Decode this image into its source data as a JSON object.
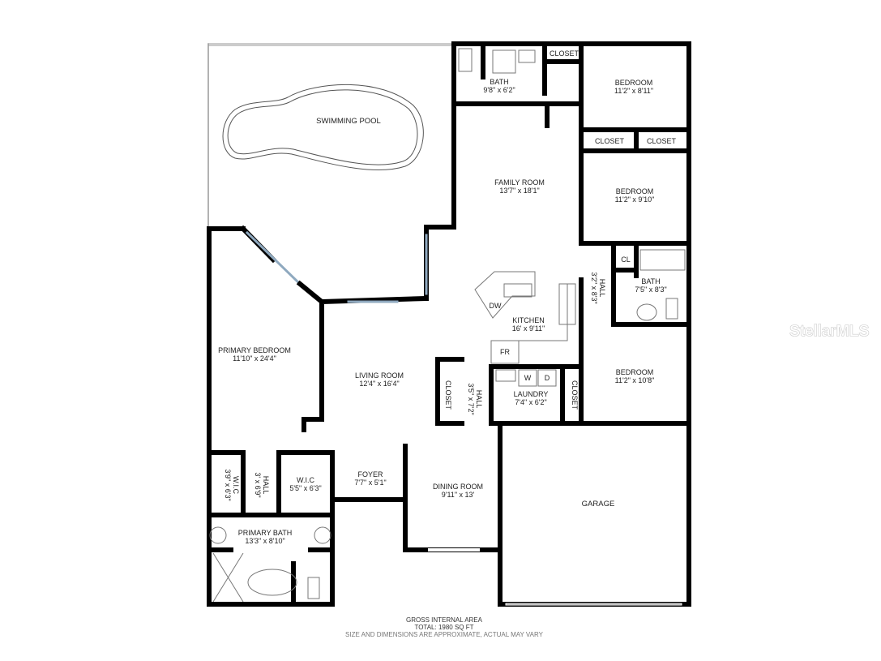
{
  "diagram": {
    "type": "floor_plan",
    "rooms": [
      {
        "id": "pool",
        "name": "SWIMMING POOL",
        "dims": ""
      },
      {
        "id": "bath1",
        "name": "BATH",
        "dims": "9'8\" x 6'2\""
      },
      {
        "id": "closet_top",
        "name": "CLOSET",
        "dims": ""
      },
      {
        "id": "bed1",
        "name": "BEDROOM",
        "dims": "11'2\" x 8'11\""
      },
      {
        "id": "closet_a",
        "name": "CLOSET",
        "dims": ""
      },
      {
        "id": "closet_b",
        "name": "CLOSET",
        "dims": ""
      },
      {
        "id": "family",
        "name": "FAMILY ROOM",
        "dims": "13'7\" x 18'1\""
      },
      {
        "id": "bed2",
        "name": "BEDROOM",
        "dims": "11'2\" x 9'10\""
      },
      {
        "id": "cl",
        "name": "CL",
        "dims": ""
      },
      {
        "id": "hall_r",
        "name": "HALL",
        "dims": "3'2\" x 8'3\""
      },
      {
        "id": "bath2",
        "name": "BATH",
        "dims": "7'5\" x 8'3\""
      },
      {
        "id": "kitchen",
        "name": "KITCHEN",
        "dims": "16' x 9'11\""
      },
      {
        "id": "dw",
        "name": "DW",
        "dims": ""
      },
      {
        "id": "fr",
        "name": "FR",
        "dims": ""
      },
      {
        "id": "primary_bed",
        "name": "PRIMARY BEDROOM",
        "dims": "11'10\" x 24'4\""
      },
      {
        "id": "living",
        "name": "LIVING ROOM",
        "dims": "12'4\" x 16'4\""
      },
      {
        "id": "closet_hall",
        "name": "CLOSET",
        "dims": ""
      },
      {
        "id": "hall_c",
        "name": "HALL",
        "dims": "3'5\" x 7'2\""
      },
      {
        "id": "laundry",
        "name": "LAUNDRY",
        "dims": "7'4\" x 6'2\""
      },
      {
        "id": "w",
        "name": "W",
        "dims": ""
      },
      {
        "id": "d",
        "name": "D",
        "dims": ""
      },
      {
        "id": "closet_r",
        "name": "CLOSET",
        "dims": ""
      },
      {
        "id": "bed3",
        "name": "BEDROOM",
        "dims": "11'2\" x 10'8\""
      },
      {
        "id": "wic1",
        "name": "W.I.C",
        "dims": "3'9\" x 6'3\""
      },
      {
        "id": "hall_l",
        "name": "HALL",
        "dims": "3' x 6'9\""
      },
      {
        "id": "wic2",
        "name": "W.I.C",
        "dims": "5'5\" x 6'3\""
      },
      {
        "id": "foyer",
        "name": "FOYER",
        "dims": "7'7\" x 5'1\""
      },
      {
        "id": "dining",
        "name": "DINING ROOM",
        "dims": "9'11\" x 13'"
      },
      {
        "id": "garage",
        "name": "GARAGE",
        "dims": ""
      },
      {
        "id": "primary_bath",
        "name": "PRIMARY BATH",
        "dims": "13'3\" x 8'10\""
      }
    ]
  },
  "footer": {
    "line1": "GROSS INTERNAL AREA",
    "line2": "TOTAL: 1980 SQ FT",
    "line3": "SIZE AND DIMENSIONS ARE APPROXIMATE, ACTUAL MAY VARY"
  },
  "watermark": "StellarMLS",
  "colors": {
    "wall": "#000000",
    "window": "#8fa9bf",
    "background": "#ffffff"
  }
}
